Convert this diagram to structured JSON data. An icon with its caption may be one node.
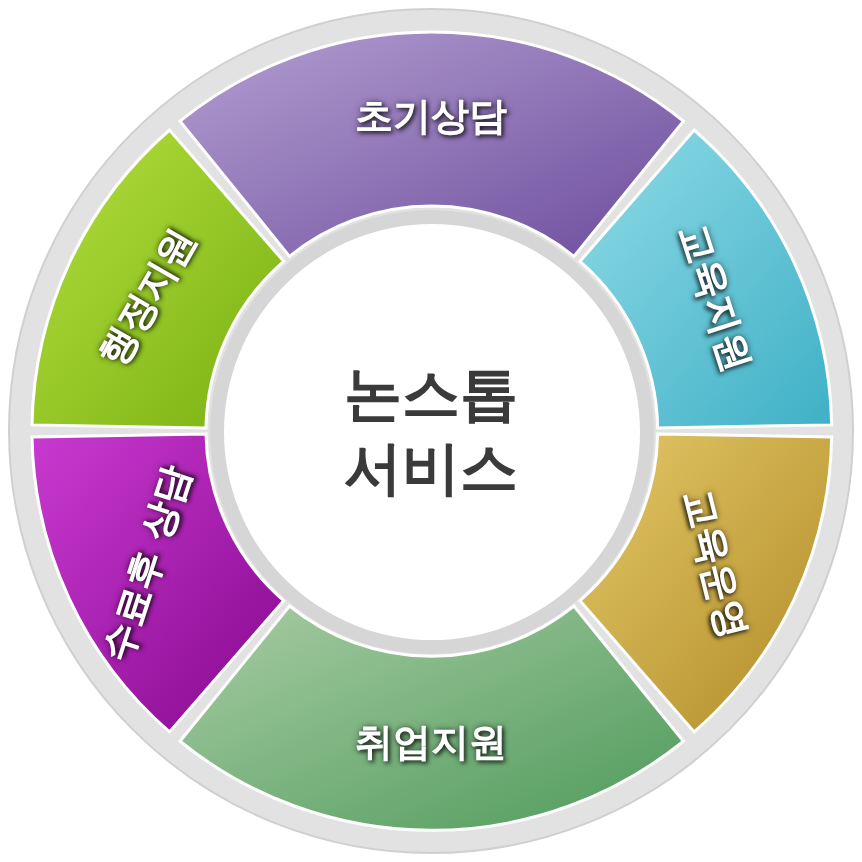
{
  "diagram": {
    "nodes": [
      {
        "text": [
          "논스톱 서비스"
        ]
      },
      {
        "text": [
          "초기상담"
        ]
      },
      {
        "text": [
          "교육지원"
        ]
      },
      {
        "text": [
          "교육운영"
        ]
      },
      {
        "text": [
          "취업지원"
        ]
      },
      {
        "text": [
          "수료후 상담"
        ]
      },
      {
        "text": [
          "행정지원"
        ]
      }
    ]
  }
}
